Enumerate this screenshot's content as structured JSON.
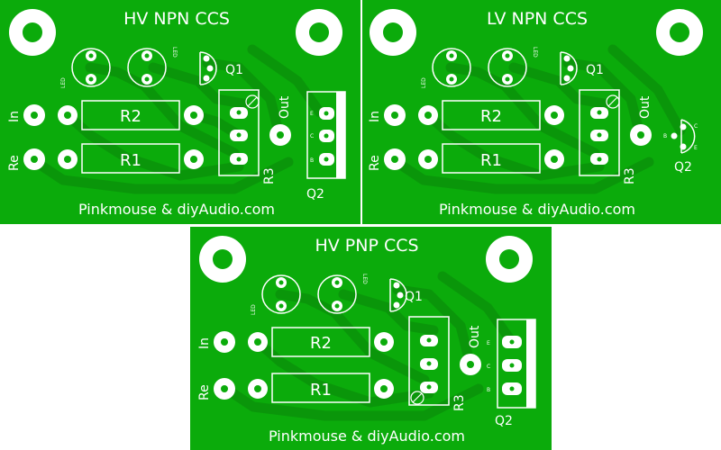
{
  "boards": [
    {
      "title": "HV NPN CCS",
      "credit": "Pinkmouse & diyAudio.com",
      "labels": {
        "in": "In",
        "re": "Re",
        "r1": "R1",
        "r2": "R2",
        "r3": "R3",
        "out": "Out",
        "q1": "Q1",
        "q2": "Q2",
        "led": "LED",
        "b": "B",
        "c": "C",
        "e": "E"
      }
    },
    {
      "title": "LV NPN CCS",
      "credit": "Pinkmouse & diyAudio.com",
      "labels": {
        "in": "In",
        "re": "Re",
        "r1": "R1",
        "r2": "R2",
        "r3": "R3",
        "out": "Out",
        "q1": "Q1",
        "q2": "Q2",
        "led": "LED",
        "b": "B",
        "c": "C",
        "e": "E"
      }
    },
    {
      "title": "HV PNP CCS",
      "credit": "Pinkmouse & diyAudio.com",
      "labels": {
        "in": "In",
        "re": "Re",
        "r1": "R1",
        "r2": "R2",
        "r3": "R3",
        "out": "Out",
        "q1": "Q1",
        "q2": "Q2",
        "led": "LED",
        "b": "B",
        "c": "C",
        "e": "E"
      }
    }
  ],
  "colors": {
    "board": "#0bab0b",
    "trace": "#0a960a",
    "pad": "#ffffff",
    "hole": "#0bab0b",
    "silk": "#ffffff"
  }
}
